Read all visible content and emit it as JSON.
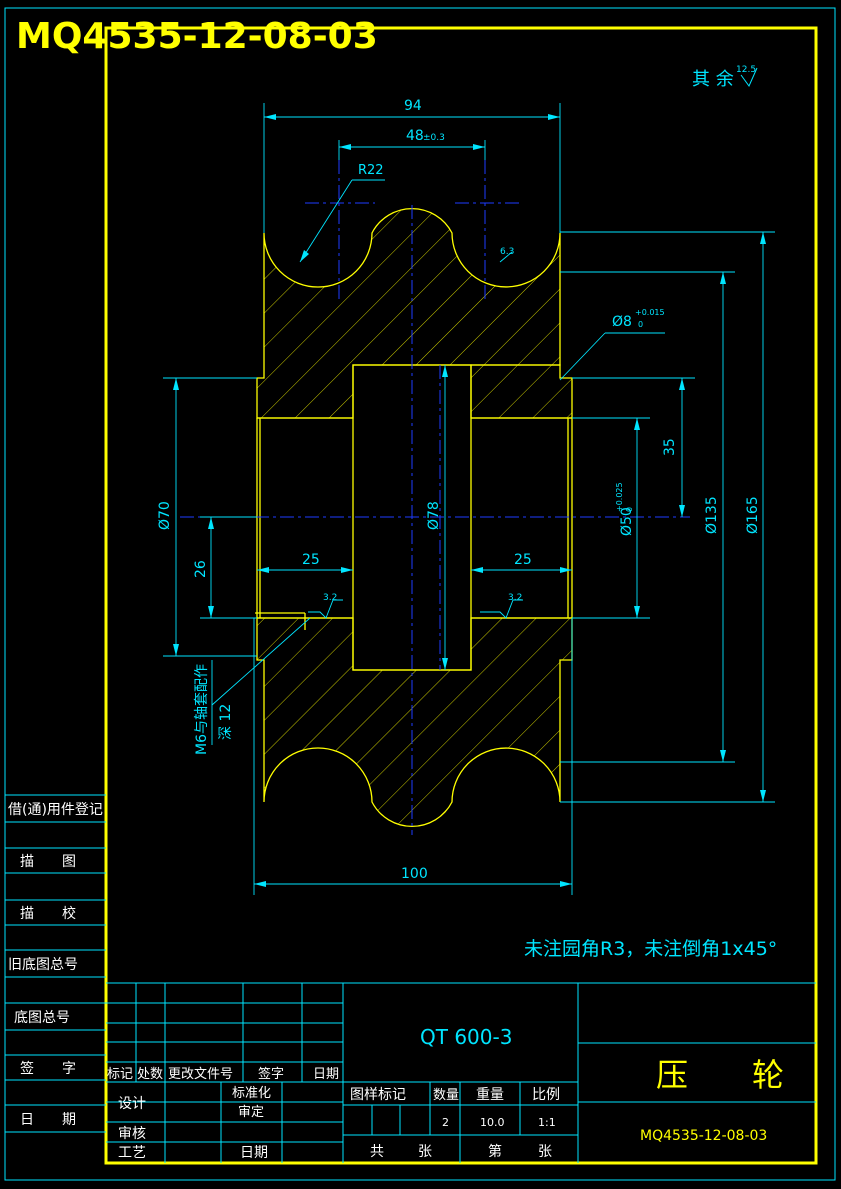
{
  "title_code": "MQ4535-12-08-03",
  "surface_note": {
    "label": "其 余",
    "value": "12.5"
  },
  "dimensions": {
    "d94": "94",
    "d48": "48",
    "d48_tol": "±0.3",
    "r22": "R22",
    "ra_groove": "6.3",
    "d8": "Ø8",
    "d8_tol_up": "+0.015",
    "d8_tol_lo": "0",
    "d35": "35",
    "d70": "Ø70",
    "d26": "26",
    "d25_left": "25",
    "d25_right": "25",
    "d78": "Ø78",
    "d50": "Ø50",
    "d50_tol_up": "+0.025",
    "d50_tol_lo": "0",
    "d135": "Ø135",
    "d165": "Ø165",
    "ra_left": "3.2",
    "ra_right": "3.2",
    "d100": "100",
    "thread_note_1": "M6与轴套配作",
    "thread_note_2": "深 12"
  },
  "general_note": "未注园角R3，未注倒角1x45°",
  "left_column": [
    "借(通)用件登记",
    "描　　图",
    "描　　校",
    "旧底图总号",
    "底图总号",
    "签　　字",
    "日　　期"
  ],
  "title_block": {
    "material": "QT 600-3",
    "part_name": "压　　轮",
    "drawing_no": "MQ4535-12-08-03",
    "headers": {
      "mark": "标记",
      "count": "处数",
      "change_doc": "更改文件号",
      "signature": "签字",
      "date": "日期",
      "design": "设计",
      "standardize": "标准化",
      "review": "审定",
      "check": "审核",
      "process": "工艺",
      "date2": "日期",
      "drawing_mark": "图样标记",
      "quantity": "数量",
      "weight": "重量",
      "scale": "比例",
      "total": "共",
      "sheets": "张",
      "sheet_no": "第",
      "sheets2": "张"
    },
    "values": {
      "quantity": "2",
      "weight": "10.0",
      "scale": "1:1"
    }
  },
  "colors": {
    "frame": "#ffff00",
    "dimension": "#00e5ff",
    "centerline": "#1e3cff",
    "hatch": "#ffff00",
    "background": "#000000"
  }
}
